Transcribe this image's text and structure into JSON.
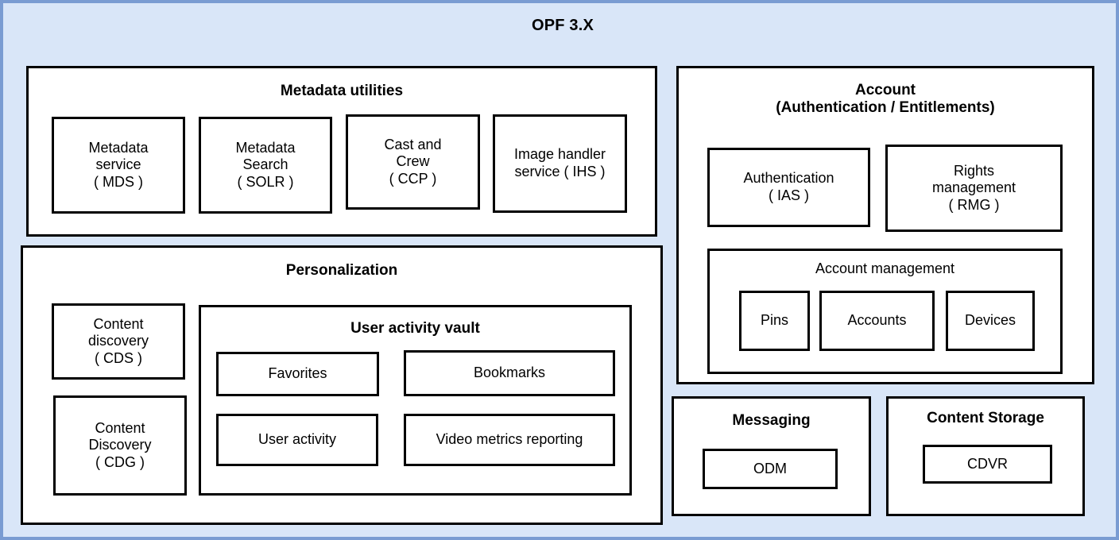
{
  "diagram": {
    "title": "OPF 3.X",
    "colors": {
      "shell_fill": "#d9e6f8",
      "shell_border": "#7a9cd2",
      "panel_fill": "#ffffff",
      "panel_border": "#000000",
      "text": "#000000"
    },
    "groups": [
      {
        "id": "metadata-utilities",
        "title": "Metadata utilities",
        "items": [
          {
            "id": "mds",
            "label": "Metadata\nservice\n( MDS )"
          },
          {
            "id": "solr",
            "label": "Metadata\nSearch\n( SOLR )"
          },
          {
            "id": "ccp",
            "label": "Cast and\nCrew\n( CCP )"
          },
          {
            "id": "ihs",
            "label": "Image handler\nservice ( IHS )"
          }
        ]
      },
      {
        "id": "personalization",
        "title": "Personalization",
        "items": [
          {
            "id": "cds",
            "label": "Content\ndiscovery\n( CDS )"
          },
          {
            "id": "cdg",
            "label": "Content\nDiscovery\n( CDG )"
          }
        ],
        "subgroups": [
          {
            "id": "user-activity-vault",
            "title": "User activity vault",
            "items": [
              {
                "id": "favorites",
                "label": "Favorites"
              },
              {
                "id": "bookmarks",
                "label": "Bookmarks"
              },
              {
                "id": "useractivity",
                "label": "User activity"
              },
              {
                "id": "videometrics",
                "label": "Video metrics reporting"
              }
            ]
          }
        ]
      },
      {
        "id": "account",
        "title": "Account\n(Authentication / Entitlements)",
        "items": [
          {
            "id": "ias",
            "label": "Authentication\n( IAS )"
          },
          {
            "id": "rmg",
            "label": "Rights\nmanagement\n( RMG )"
          }
        ],
        "subgroups": [
          {
            "id": "account-management",
            "title": "Account management",
            "items": [
              {
                "id": "pins",
                "label": "Pins"
              },
              {
                "id": "accounts",
                "label": "Accounts"
              },
              {
                "id": "devices",
                "label": "Devices"
              }
            ]
          }
        ]
      },
      {
        "id": "messaging",
        "title": "Messaging",
        "items": [
          {
            "id": "odm",
            "label": "ODM"
          }
        ]
      },
      {
        "id": "content-storage",
        "title": "Content Storage",
        "items": [
          {
            "id": "cdvr",
            "label": "CDVR"
          }
        ]
      }
    ]
  }
}
